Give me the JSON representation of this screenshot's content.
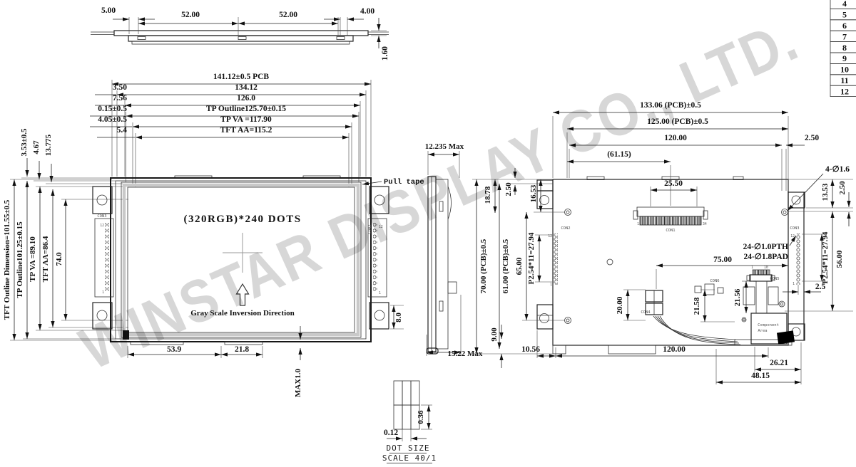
{
  "w": {
    "text": "WINSTAR DISPLAY CO., LTD."
  },
  "pt": {
    "rows": [
      "4",
      "5",
      "6",
      "7",
      "8",
      "9",
      "10",
      "11",
      "12"
    ]
  },
  "t": {
    "d5": "5.00",
    "d52a": "52.00",
    "d52b": "52.00",
    "d4": "4.00",
    "d16": "1.60"
  },
  "f": {
    "pcb": "141.12±0.5 PCB",
    "o1": "3.50",
    "d134": "134.12",
    "o2": "7.56",
    "d126": "126.0",
    "o3": "0.15±0.5",
    "tpo": "TP Outline125.70±0.15",
    "o4": "4.05±0.5",
    "tpva": "TP VA =117.90",
    "o5": "5.4",
    "tftaa": "TFT AA=115.2",
    "v1": "3.53±0.5",
    "v2": "4.67",
    "v3": "13.775",
    "lv1": "TFT Outline Dimension=101.55±0.5",
    "lv2": "TP Outline101.25±0.15",
    "lv3": "TP VA =89.10",
    "lv4": "TFT AA=86.4",
    "lv5": "74.0",
    "screen": "(320RGB)*240 DOTS",
    "gray": "Gray Scale Inversion Direction",
    "pull": "Pull tape",
    "b1": "53.9",
    "b2": "21.8",
    "max": "MAX1.0",
    "r8": "8.0"
  },
  "s": {
    "top": "12.235 Max",
    "bot": "15.22 Max"
  },
  "b": {
    "w1": "133.06 (PCB)±0.5",
    "w2": "125.00 (PCB)±0.5",
    "w3": "120.00",
    "w4": "2.50",
    "w5": "(61.15)",
    "w6": "25.50",
    "hole": "4-∅1.6",
    "l1": "18.78",
    "l2": "2.50",
    "l3": "16.53",
    "l4": "70.00 (PCB)±0.5",
    "l5": "61.00 (PCB)±0.5",
    "l6": "65.00",
    "l7": "9.00",
    "l8": "P2.54*11=27.94",
    "bo1": "10.56",
    "bo2": "120.00",
    "bo3": "26.21",
    "bo4": "48.15",
    "r1": "13.53",
    "r2": "2.50",
    "r3": "56.00",
    "r4": "P2.54*11=27.94",
    "r5": "2.5",
    "pth": "24-∅1.0PTH",
    "pad": "24-∅1.8PAD",
    "m1": "75.00",
    "m2": "21.56",
    "m3": "21.58",
    "m4": "20.00",
    "ca1": "Component",
    "ca2": "Area"
  },
  "c": {
    "con1": "CON1",
    "con2": "CON2",
    "con3": "CON3",
    "con4": "CON4",
    "con5": "CON5",
    "con6": "CON6",
    "p1": "1",
    "p12": "12",
    "p34": "34",
    "p10": "10"
  },
  "d": {
    "w": "0.12",
    "h": "0.36",
    "t1": "DOT SIZE",
    "t2": "SCALE 40/1"
  }
}
